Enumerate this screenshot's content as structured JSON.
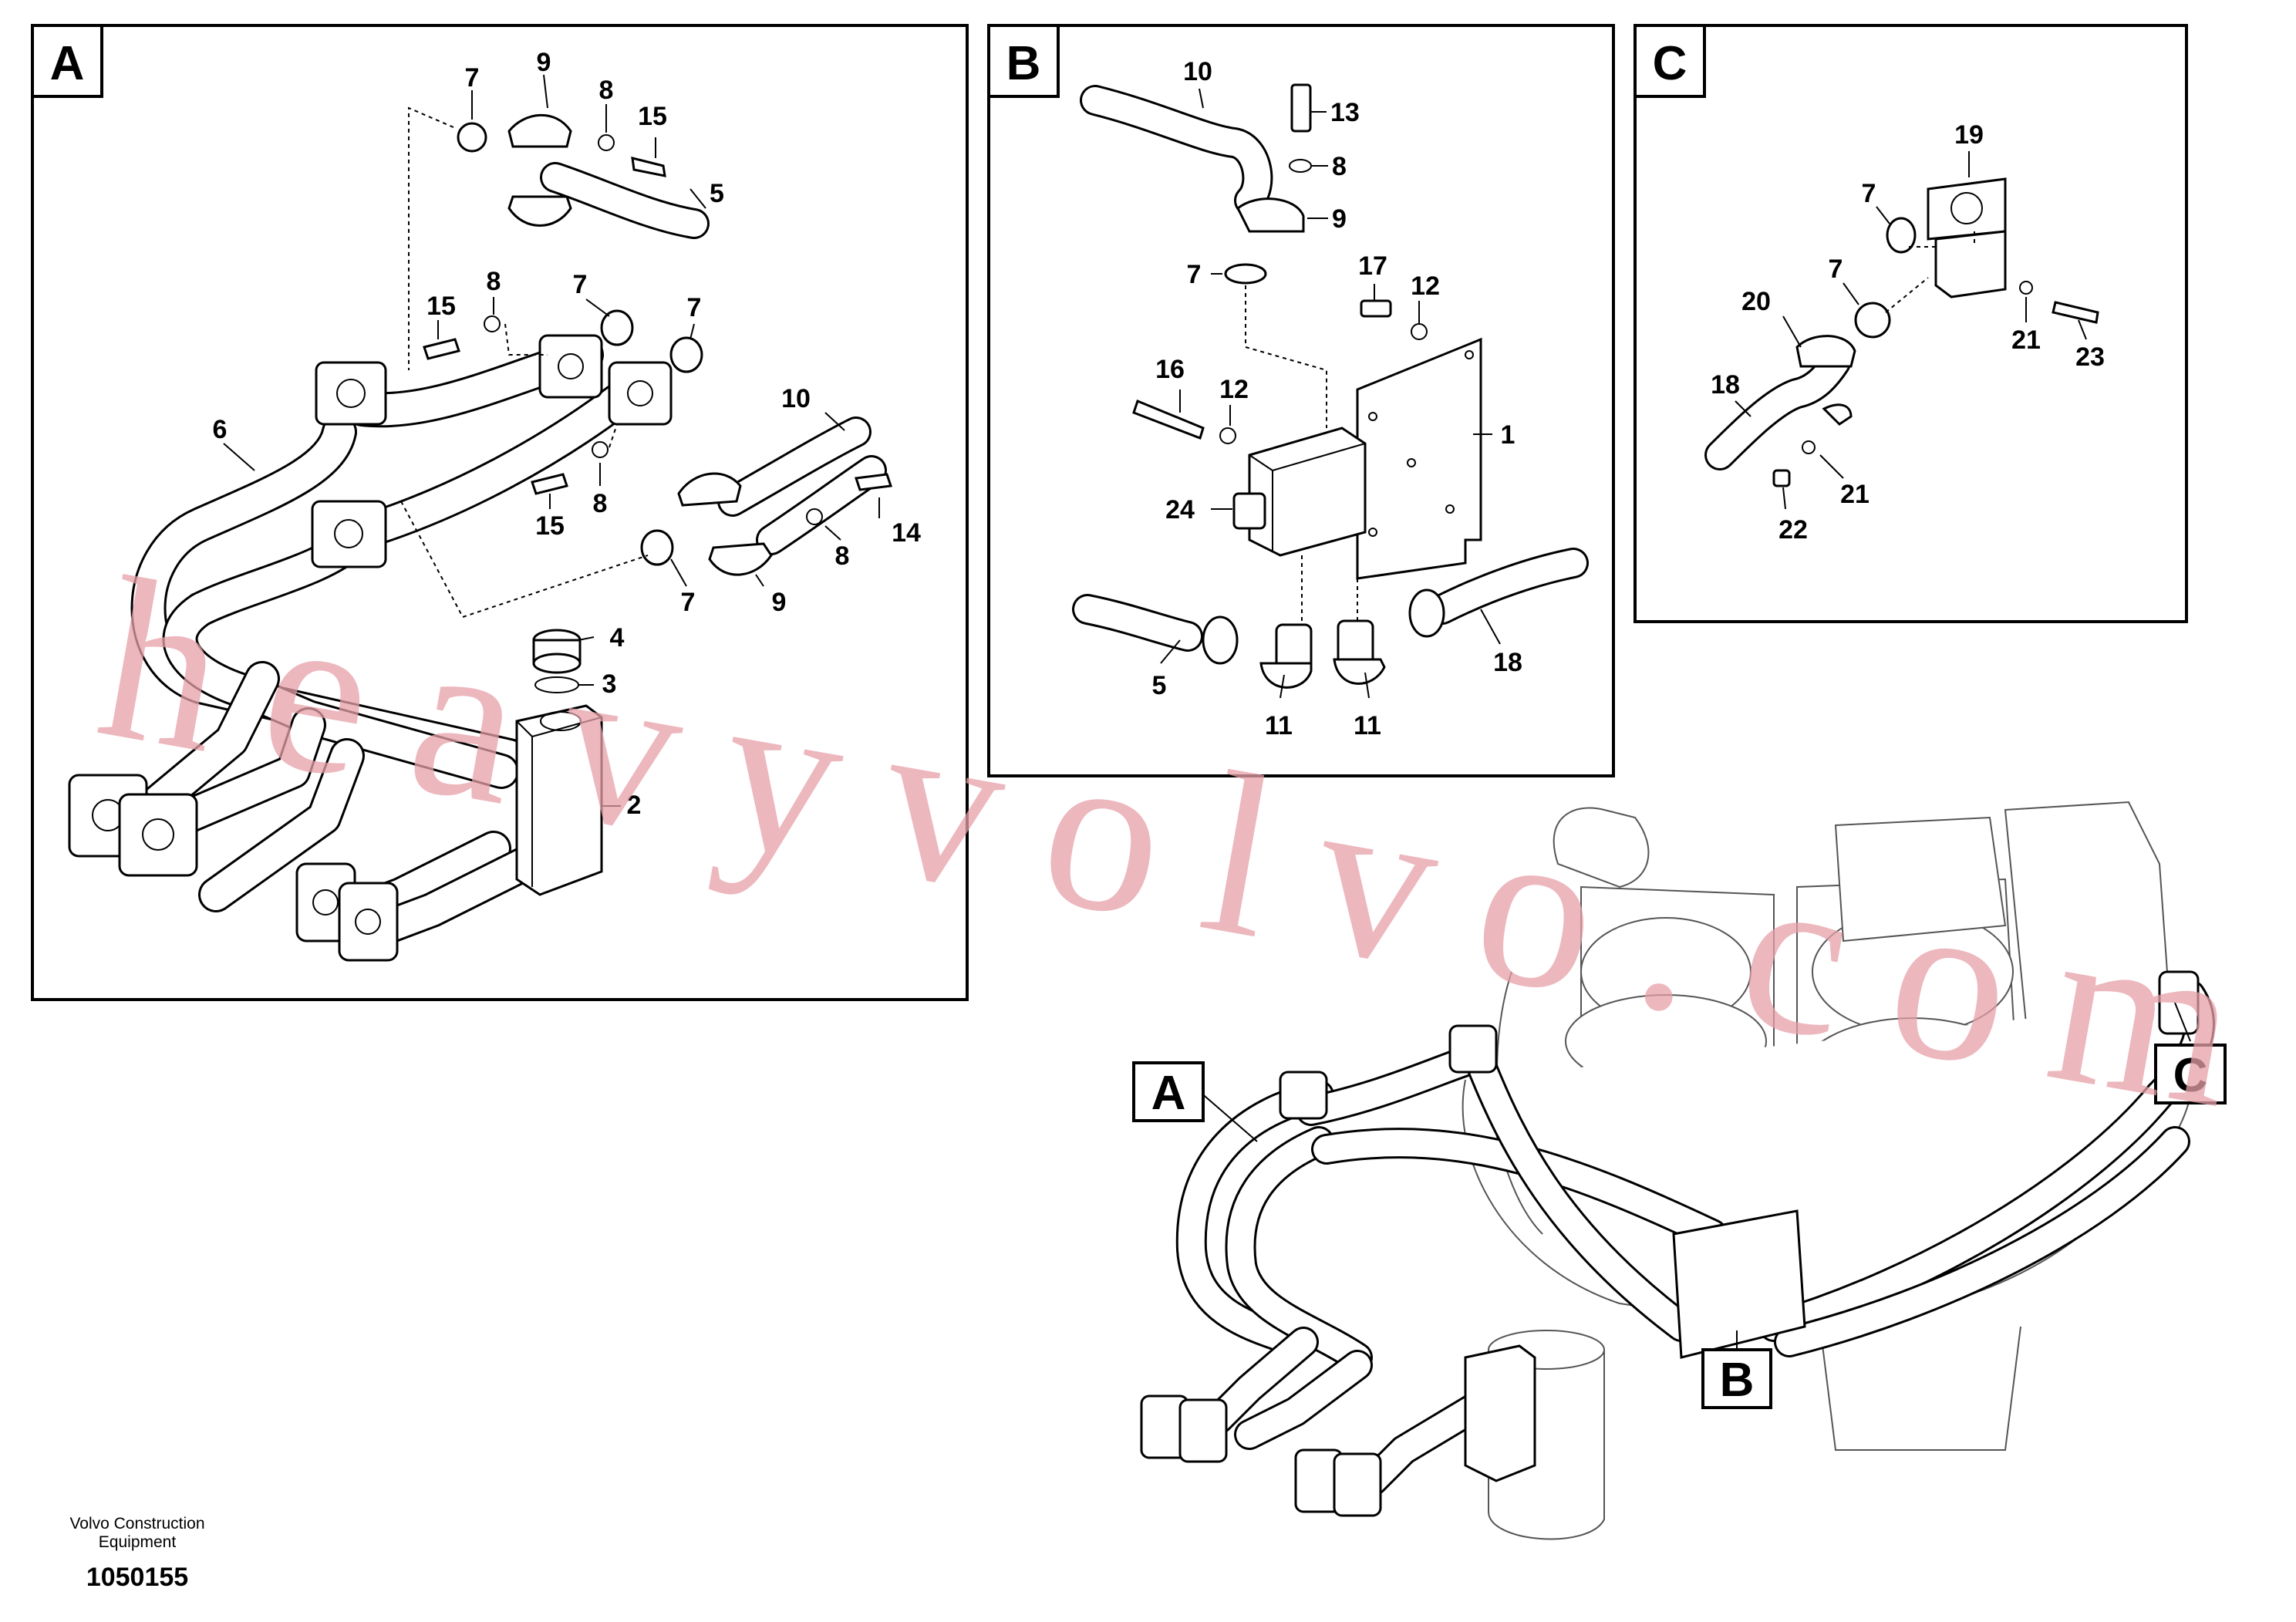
{
  "panels": {
    "A": {
      "tag": "A",
      "callouts": [
        "7",
        "9",
        "8",
        "15",
        "5",
        "8",
        "15",
        "7",
        "7",
        "6",
        "10",
        "15",
        "8",
        "8",
        "14",
        "7",
        "9",
        "4",
        "3",
        "2"
      ]
    },
    "B": {
      "tag": "B",
      "callouts": [
        "10",
        "13",
        "8",
        "9",
        "7",
        "17",
        "12",
        "16",
        "12",
        "1",
        "24",
        "5",
        "11",
        "11",
        "18"
      ]
    },
    "C": {
      "tag": "C",
      "callouts": [
        "19",
        "7",
        "7",
        "20",
        "21",
        "23",
        "18",
        "21",
        "22"
      ]
    }
  },
  "overview": {
    "tag_a": "A",
    "tag_b": "B",
    "tag_c": "C"
  },
  "watermark": "heavyvolvo.com",
  "footer": {
    "company_line1": "Volvo Construction",
    "company_line2": "Equipment",
    "drawing_number": "1050155"
  }
}
